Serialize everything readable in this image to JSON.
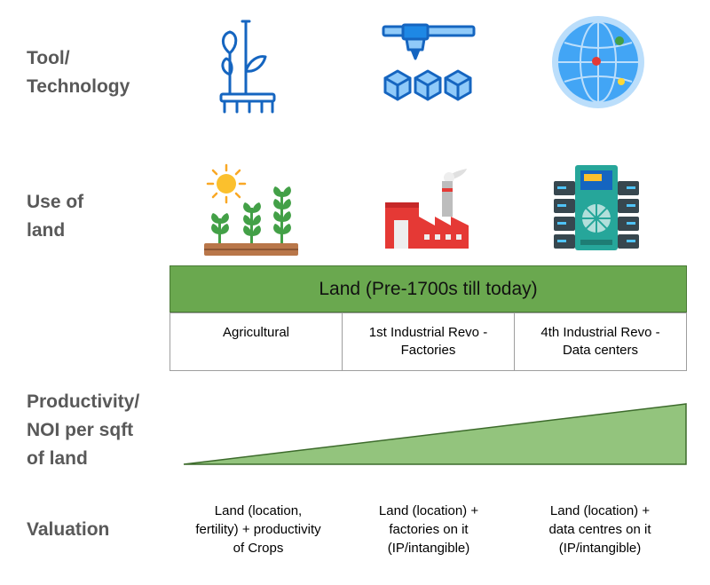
{
  "rows": {
    "tool": "Tool/\nTechnology",
    "land_use": "Use of\nland",
    "productivity": "Productivity/\nNOI per sqft\nof land",
    "valuation": "Valuation"
  },
  "land_bar": {
    "title": "Land (Pre-1700s till today)",
    "color": "#6aa84f"
  },
  "eras": [
    {
      "label": "Agricultural",
      "tool_icon": "rake-plant-icon",
      "use_icon": "sun-crops-icon",
      "valuation": "Land (location,\nfertility) + productivity\nof Crops"
    },
    {
      "label": "1st Industrial Revo -\nFactories",
      "tool_icon": "3d-printer-cubes-icon",
      "use_icon": "factory-icon",
      "valuation": "Land (location) +\nfactories on it\n(IP/intangible)"
    },
    {
      "label": "4th Industrial Revo -\nData centers",
      "tool_icon": "globe-network-icon",
      "use_icon": "server-rack-icon",
      "valuation": "Land (location) +\ndata centres on it\n(IP/intangible)"
    }
  ],
  "productivity_wedge": {
    "color": "#93c47d",
    "start_level": 0,
    "end_level": 1
  }
}
